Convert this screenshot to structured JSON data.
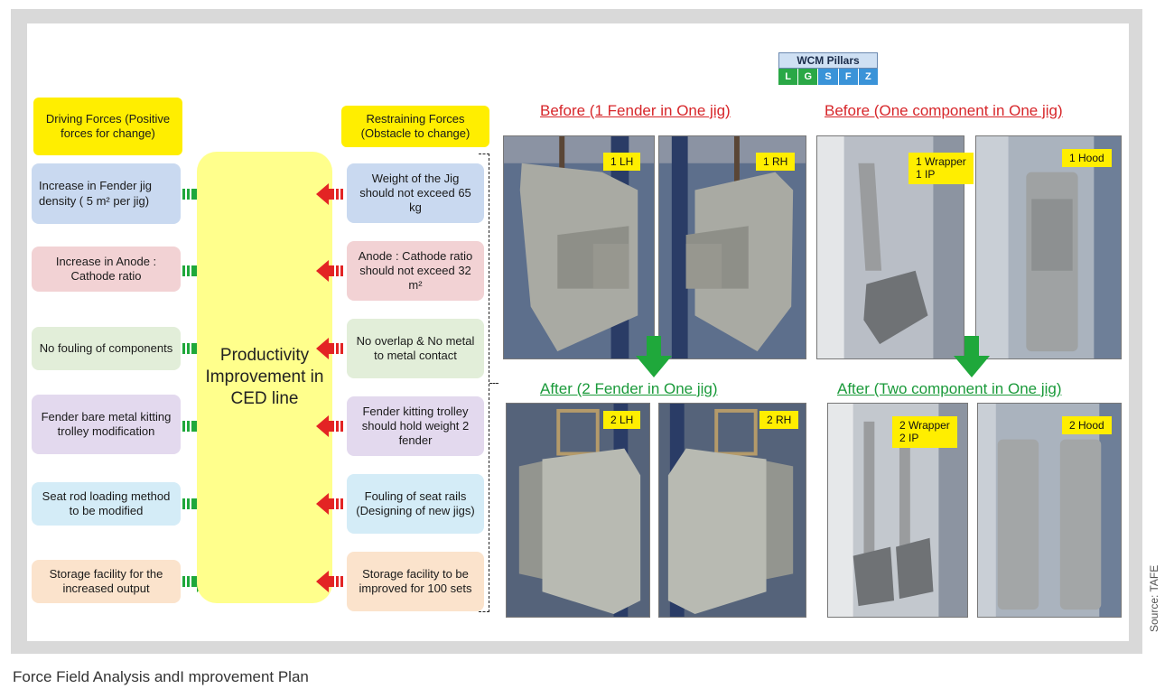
{
  "driving": {
    "header": "Driving Forces (Positive forces for change)",
    "items": [
      "Increase in Fender jig density ( 5 m² per jig)",
      "Increase in Anode : Cathode ratio",
      "No fouling of components",
      "Fender bare metal kitting trolley modification",
      "Seat rod loading method to be modified",
      "Storage facility for the increased output"
    ]
  },
  "center_label": "Productivity Improvement in CED line",
  "restraining": {
    "header": "Restraining Forces (Obstacle to change)",
    "items": [
      "Weight of the Jig should not exceed 65 kg",
      "Anode : Cathode ratio should not exceed 32 m²",
      "No overlap & No metal to metal contact",
      "Fender kitting trolley should hold weight 2 fender",
      "Fouling of seat rails (Designing of new jigs)",
      "Storage facility to be improved for 100 sets"
    ]
  },
  "wcm": {
    "title": "WCM Pillars",
    "letters": [
      "L",
      "G",
      "S",
      "F",
      "Z"
    ],
    "colors": [
      "#2aa846",
      "#2aa846",
      "#3a93d8",
      "#3a93d8",
      "#3a93d8"
    ]
  },
  "sections": {
    "before_fender": "Before (1 Fender in One jig)",
    "before_component": "Before  (One component in One jig)",
    "after_fender": "After (2 Fender in One jig)",
    "after_component": "After  (Two component in One jig)"
  },
  "photo_tags": {
    "lh1": "1 LH",
    "rh1": "1 RH",
    "wrapper1": "1 Wrapper\n1 IP",
    "hood1": "1 Hood",
    "lh2": "2 LH",
    "rh2": "2 RH",
    "wrapper2": "2 Wrapper\n2 IP",
    "hood2": "2 Hood"
  },
  "colors": {
    "arrow_green": "#1fa83b",
    "arrow_red": "#e32424",
    "title_red": "#d7262a",
    "title_green": "#1a9a3a"
  },
  "caption": "Force Field Analysis andI mprovement Plan",
  "source": "Source: TAFE"
}
